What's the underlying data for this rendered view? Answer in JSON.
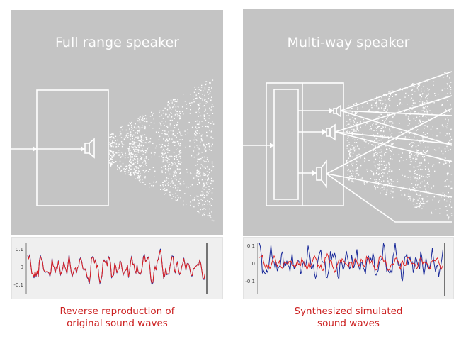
{
  "left": {
    "title": "Full range speaker",
    "caption_line1": "Reverse reproduction of",
    "caption_line2": "original sound waves",
    "ticks": [
      "0.1",
      "0",
      "-0.1"
    ]
  },
  "right": {
    "title": "Multi-way speaker",
    "caption_line1": "Synthesized simulated",
    "caption_line2": "sound waves",
    "ticks": [
      "0.1",
      "0",
      "-0.1"
    ]
  },
  "colors": {
    "panel": "#c4c4c4",
    "caption": "#cc2222",
    "wave_red": "#e02020",
    "wave_blue": "#1a2a9a"
  }
}
